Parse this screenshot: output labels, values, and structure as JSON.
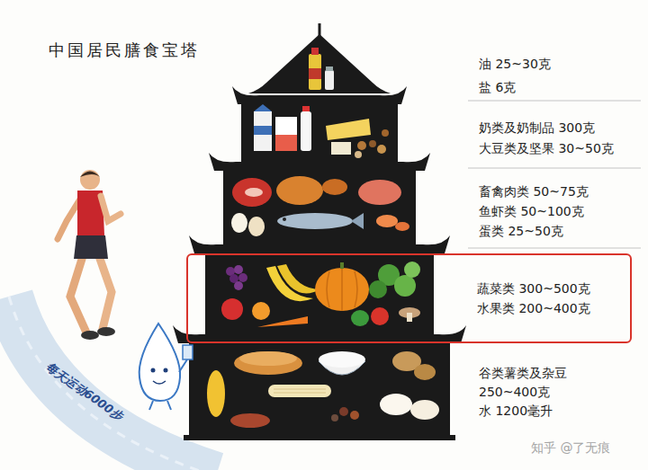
{
  "diagram": {
    "title": "中国居民膳食宝塔",
    "nodes": [
      {
        "text": [
          "油 25~30克",
          "盐 6克"
        ]
      },
      {
        "text": [
          "奶类及奶制品 300克",
          "大豆类及坚果 30~50克"
        ]
      },
      {
        "text": [
          "畜禽肉类 50~75克",
          "鱼虾类 50~100克",
          "蛋类 25~50克"
        ]
      },
      {
        "text": [
          "蔬菜类 300~500克",
          "水果类 200~400克"
        ]
      },
      {
        "text": [
          "谷类薯类及杂豆",
          "250~400克",
          "水 1200毫升"
        ]
      }
    ],
    "labels": [
      "每天运动6000步",
      "知乎 @了无痕"
    ]
  }
}
